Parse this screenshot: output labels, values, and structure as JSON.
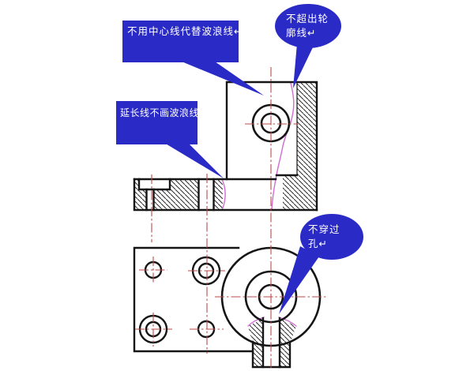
{
  "drawing": {
    "description_labels": {
      "callout_no_centerline": "不用中心线代替波浪线↵",
      "callout_not_beyond_outline_line1": "不超出轮",
      "callout_not_beyond_outline_line2": "廓线↵",
      "callout_extension_line": "延长线不画波浪线↵",
      "callout_not_through_hole_line1": "不穿过",
      "callout_not_through_hole_line2": "孔↵"
    }
  },
  "colors": {
    "background": "#ffffff",
    "callout_blue": "#2a2ac6",
    "centerline_red": "#bb4a4a",
    "break_line_pink": "#d06ed0",
    "drawing_black": "#151515"
  }
}
